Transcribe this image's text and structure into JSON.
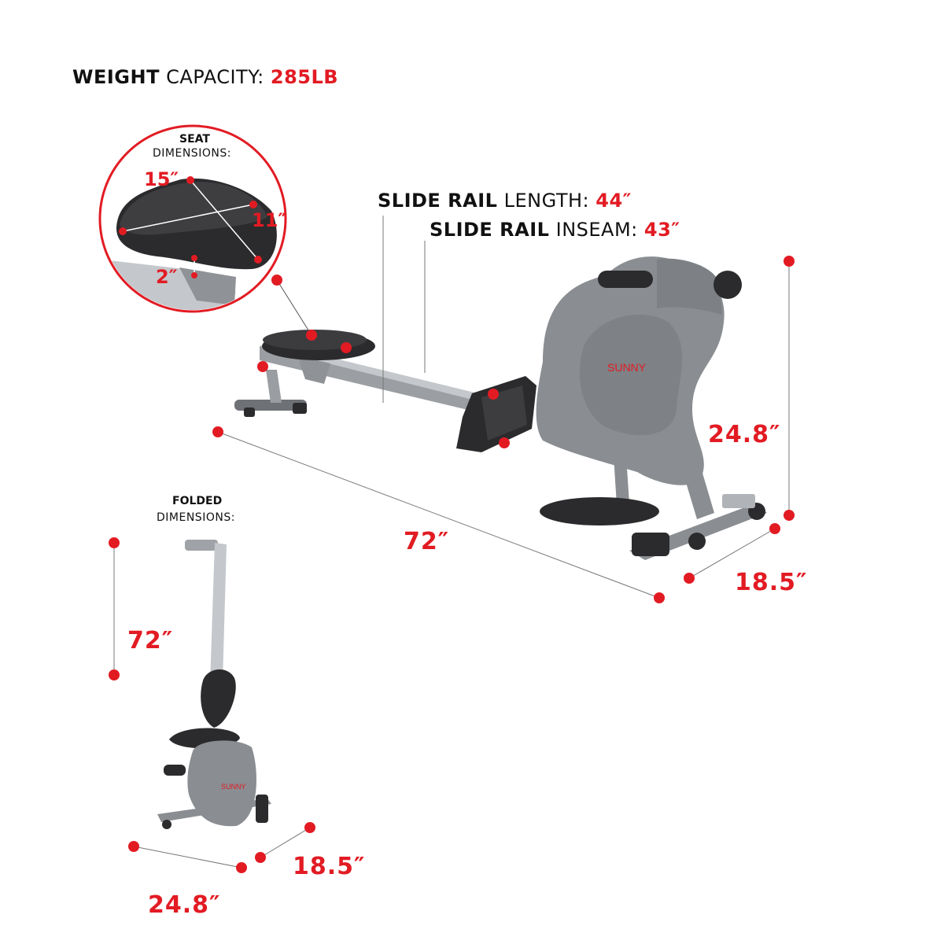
{
  "colors": {
    "accent_red": "#e21b23",
    "text_black": "#111111",
    "body_gray": "#8a8d91",
    "rail_gray": "#b9bcc0",
    "seat_black": "#2b2b2d"
  },
  "weight": {
    "label_bold": "WEIGHT",
    "label_rest": "CAPACITY:",
    "value": "285LB"
  },
  "seat": {
    "title": "SEAT",
    "subtitle": "DIMENSIONS:",
    "width": "15″",
    "depth": "11″",
    "thickness": "2″"
  },
  "rail": {
    "length_bold": "SLIDE RAIL",
    "length_rest": "LENGTH:",
    "length_value": "44″",
    "inseam_bold": "SLIDE RAIL",
    "inseam_rest": "INSEAM:",
    "inseam_value": "43″"
  },
  "unfolded": {
    "height": "24.8″",
    "length": "72″",
    "width": "18.5″"
  },
  "folded": {
    "title": "FOLDED",
    "subtitle": "DIMENSIONS:",
    "height": "72″",
    "depth": "24.8″",
    "width": "18.5″"
  },
  "brand": {
    "logo_text": "SUNNY"
  }
}
